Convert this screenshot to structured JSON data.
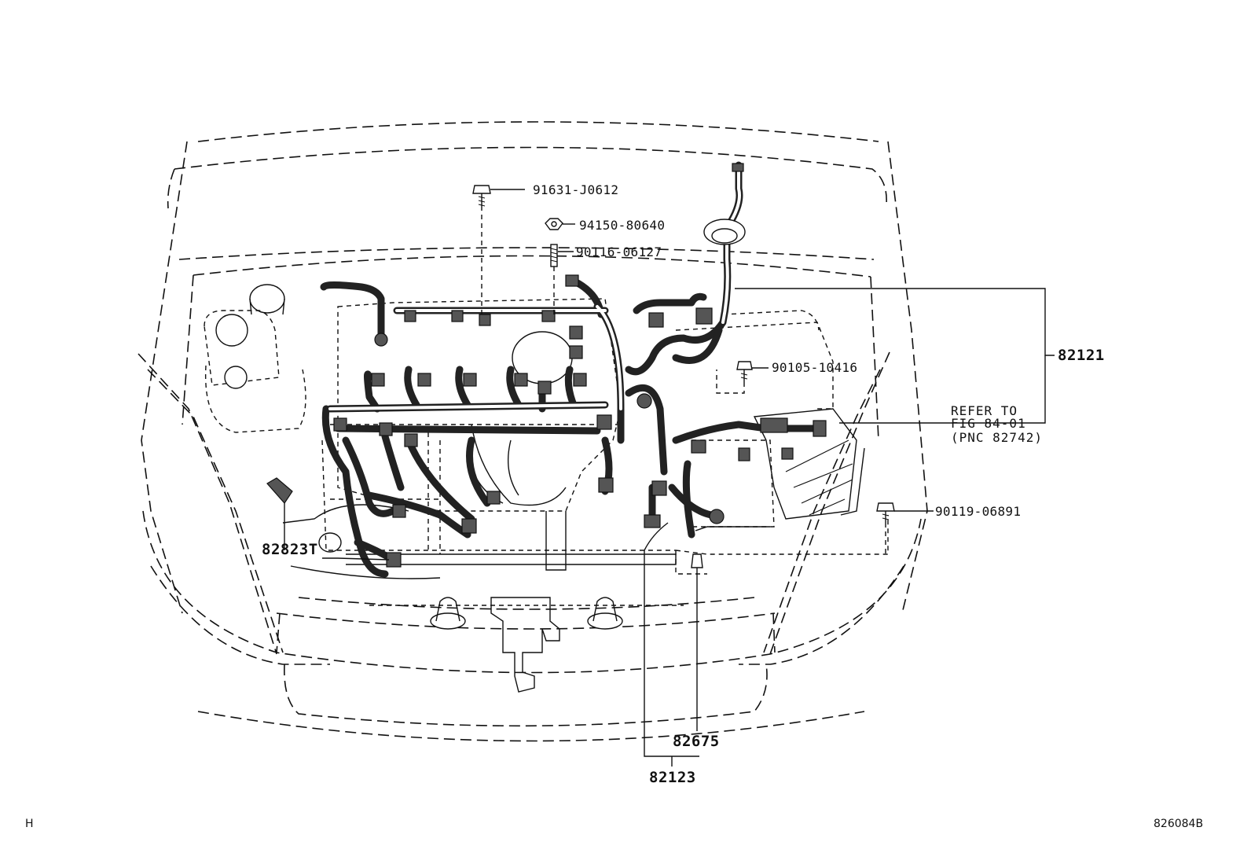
{
  "labels": {
    "p91631": "91631-J0612",
    "p94150": "94150-80640",
    "p90116": "90116-06127",
    "p82121": "82121",
    "p90105": "90105-10416",
    "refer_line1": "REFER TO",
    "refer_line2": "FIG 84-01",
    "refer_line3": "(PNC 82742)",
    "p90119": "90119-06891",
    "p82823T": "82823T",
    "p82675": "82675",
    "p82123": "82123"
  },
  "corner": {
    "left_mark": "H",
    "figure_code": "826084B"
  }
}
